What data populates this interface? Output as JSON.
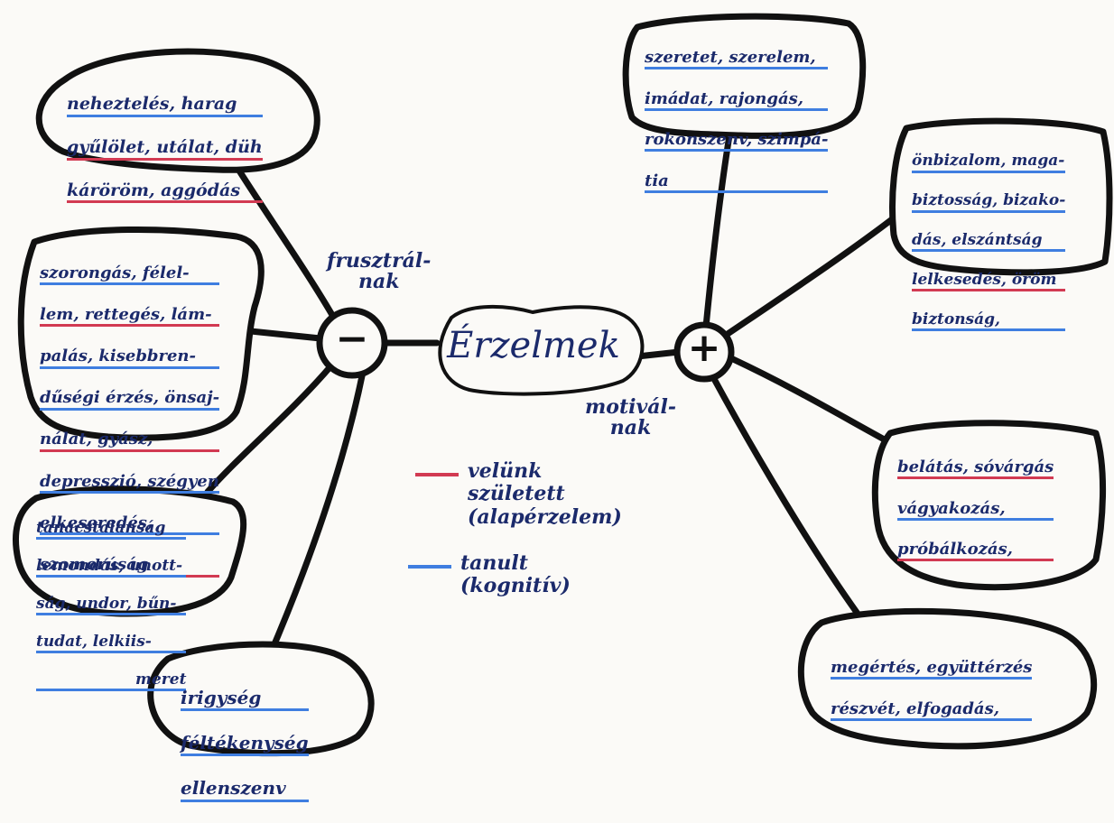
{
  "center": {
    "label": "Érzelmek"
  },
  "negative_hub": {
    "sign": "−",
    "edge_label": "frusztrál-\nnak"
  },
  "positive_hub": {
    "sign": "+",
    "edge_label": "motivál-\nnak"
  },
  "legend": [
    {
      "color": "#d23a52",
      "text": "velünk\nszületett\n(alapérzelem)"
    },
    {
      "color": "#3f7ee0",
      "text": "tanult\n(kognitív)"
    }
  ],
  "negative_nodes": [
    {
      "lines": [
        "neheztelés, harag",
        "gyűlölet, utálat, düh",
        "káröröm, aggódás"
      ]
    },
    {
      "lines": [
        "szorongás, félel-",
        "lem, rettegés, lám-",
        "palás, kisebbren-",
        "dűségi érzés, önsaj-",
        "nálat, gyász,",
        "depresszió, szégyen",
        "elkeseredés,",
        "szomorúság"
      ]
    },
    {
      "lines": [
        "tanácstalanság",
        "lemondás, unott-",
        "ság, undor, bűn-",
        "tudat, lelkiis-",
        "meret"
      ]
    },
    {
      "lines": [
        "irigység",
        "féltékenység",
        "ellenszenv"
      ]
    }
  ],
  "positive_nodes": [
    {
      "lines": [
        "szeretet, szerelem,",
        "imádat, rajongás,",
        "rokonszenv, szimpá-",
        "tia"
      ]
    },
    {
      "lines": [
        "önbizalom, maga-",
        "biztosság, bizako-",
        "dás, elszántság",
        "lelkesedés, öröm",
        "biztonság,"
      ]
    },
    {
      "lines": [
        "belátás, sóvárgás",
        "vágyakozás,",
        "próbálkozás,"
      ]
    },
    {
      "lines": [
        "megértés, együttérzés",
        "részvét, elfogadás,"
      ]
    }
  ]
}
